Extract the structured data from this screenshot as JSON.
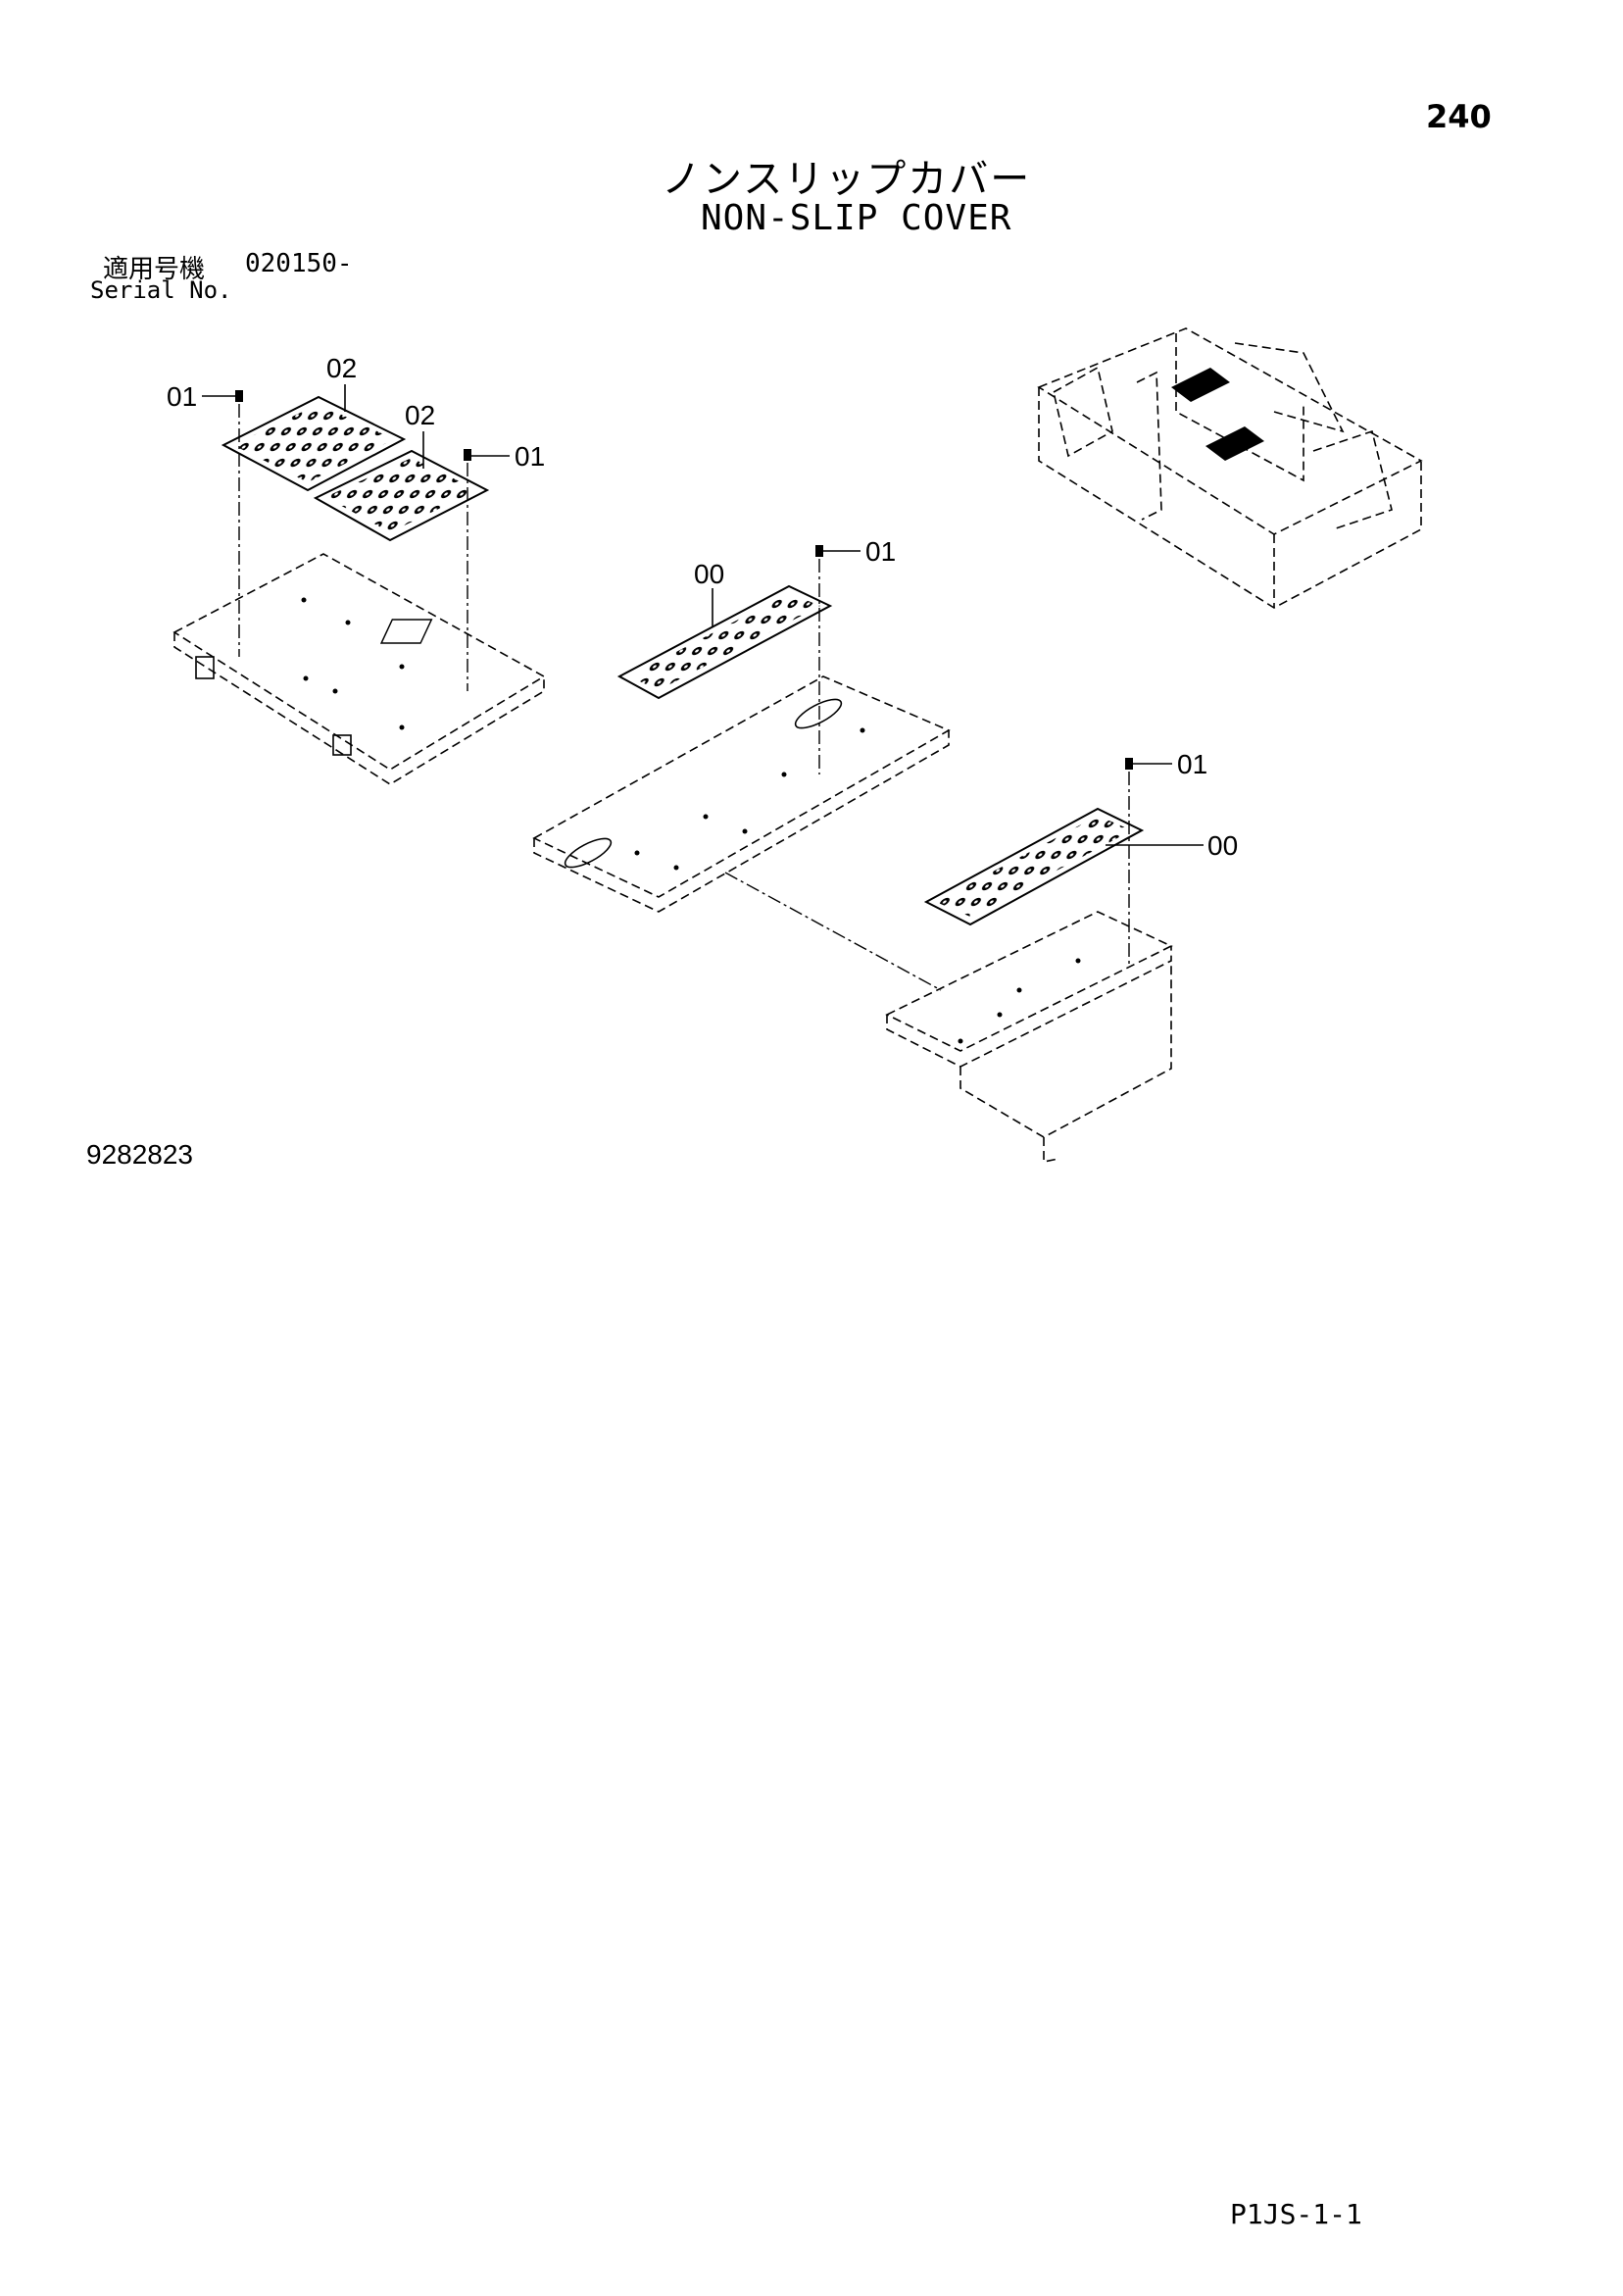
{
  "page_number": "240",
  "title_jp": "ノンスリップカバー",
  "title_en": "NON-SLIP COVER",
  "serial": {
    "label_jp": "適用号機",
    "value": "020150-",
    "label_en": "Serial No."
  },
  "callouts": {
    "c1": "01",
    "c2": "02",
    "c3": "02",
    "c4": "01",
    "c5": "00",
    "c6": "01",
    "c7": "01",
    "c8": "00"
  },
  "figure_number": "9282823",
  "footer_code": "P1JS-1-1"
}
